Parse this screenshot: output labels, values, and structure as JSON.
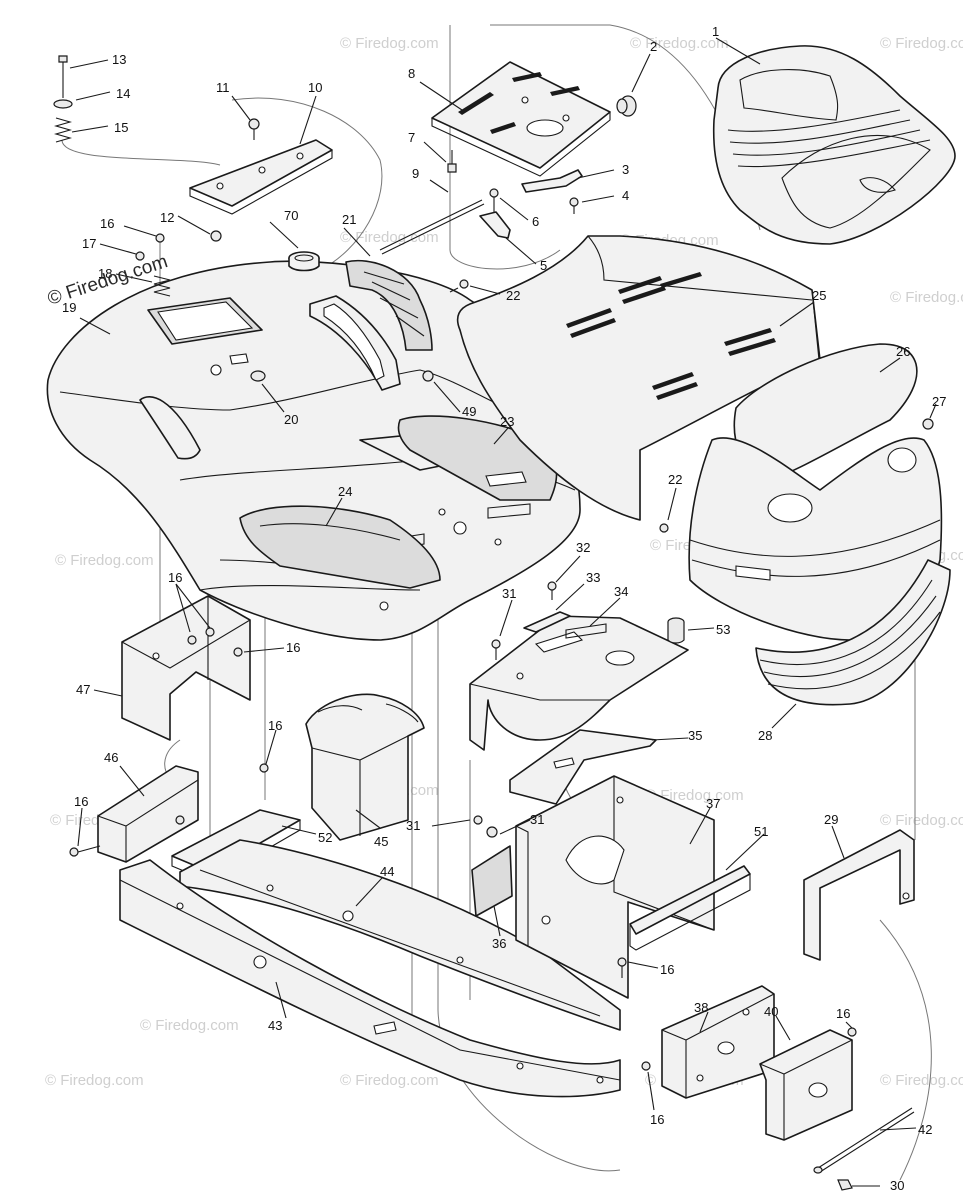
{
  "watermarks": {
    "faint": "© Firedog.com",
    "prominent": "© Firedog.com"
  },
  "callouts": [
    {
      "id": "c1",
      "text": "1"
    },
    {
      "id": "c2",
      "text": "2"
    },
    {
      "id": "c3",
      "text": "3"
    },
    {
      "id": "c4",
      "text": "4"
    },
    {
      "id": "c5",
      "text": "5"
    },
    {
      "id": "c6",
      "text": "6"
    },
    {
      "id": "c7",
      "text": "7"
    },
    {
      "id": "c8",
      "text": "8"
    },
    {
      "id": "c9",
      "text": "9"
    },
    {
      "id": "c10",
      "text": "10"
    },
    {
      "id": "c11",
      "text": "11"
    },
    {
      "id": "c12",
      "text": "12"
    },
    {
      "id": "c13",
      "text": "13"
    },
    {
      "id": "c14",
      "text": "14"
    },
    {
      "id": "c15",
      "text": "15"
    },
    {
      "id": "c16a",
      "text": "16"
    },
    {
      "id": "c17",
      "text": "17"
    },
    {
      "id": "c18",
      "text": "18"
    },
    {
      "id": "c19",
      "text": "19"
    },
    {
      "id": "c70",
      "text": "70"
    },
    {
      "id": "c21",
      "text": "21"
    },
    {
      "id": "c22a",
      "text": "22"
    },
    {
      "id": "c25",
      "text": "25"
    },
    {
      "id": "c26",
      "text": "26"
    },
    {
      "id": "c27",
      "text": "27"
    },
    {
      "id": "c20",
      "text": "20"
    },
    {
      "id": "c49",
      "text": "49"
    },
    {
      "id": "c23",
      "text": "23"
    },
    {
      "id": "c24",
      "text": "24"
    },
    {
      "id": "c22b",
      "text": "22"
    },
    {
      "id": "c16b",
      "text": "16"
    },
    {
      "id": "c16c",
      "text": "16"
    },
    {
      "id": "c47",
      "text": "47"
    },
    {
      "id": "c32",
      "text": "32"
    },
    {
      "id": "c33",
      "text": "33"
    },
    {
      "id": "c31a",
      "text": "31"
    },
    {
      "id": "c34",
      "text": "34"
    },
    {
      "id": "c53",
      "text": "53"
    },
    {
      "id": "c28",
      "text": "28"
    },
    {
      "id": "c35",
      "text": "35"
    },
    {
      "id": "c16d",
      "text": "16"
    },
    {
      "id": "c46",
      "text": "46"
    },
    {
      "id": "c16e",
      "text": "16"
    },
    {
      "id": "c52",
      "text": "52"
    },
    {
      "id": "c45",
      "text": "45"
    },
    {
      "id": "c31b",
      "text": "31"
    },
    {
      "id": "c31c",
      "text": "31"
    },
    {
      "id": "c37",
      "text": "37"
    },
    {
      "id": "c51",
      "text": "51"
    },
    {
      "id": "c29",
      "text": "29"
    },
    {
      "id": "c44",
      "text": "44"
    },
    {
      "id": "c36",
      "text": "36"
    },
    {
      "id": "c16f",
      "text": "16"
    },
    {
      "id": "c43",
      "text": "43"
    },
    {
      "id": "c38",
      "text": "38"
    },
    {
      "id": "c40",
      "text": "40"
    },
    {
      "id": "c16g",
      "text": "16"
    },
    {
      "id": "c16h",
      "text": "16"
    },
    {
      "id": "c42",
      "text": "42"
    },
    {
      "id": "c30",
      "text": "30"
    }
  ]
}
